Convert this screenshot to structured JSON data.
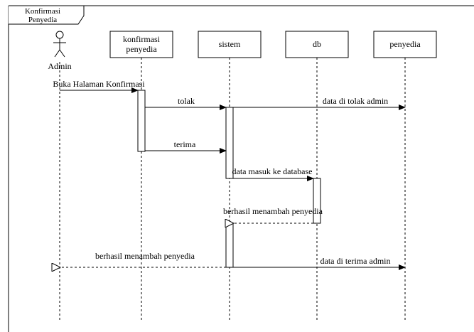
{
  "frame": {
    "title_line1": "Konfirmasi",
    "title_line2": "Penyedia"
  },
  "actor": {
    "label": "Admin"
  },
  "lifelines": [
    {
      "id": "konfirmasi",
      "line1": "konfirmasi",
      "line2": "penyedia"
    },
    {
      "id": "sistem",
      "line1": "sistem",
      "line2": ""
    },
    {
      "id": "db",
      "line1": "db",
      "line2": ""
    },
    {
      "id": "penyedia",
      "line1": "penyedia",
      "line2": ""
    }
  ],
  "messages": [
    {
      "id": "buka",
      "label": "Buka Halaman Konfirmasi",
      "kind": "sync"
    },
    {
      "id": "tolak",
      "label": "tolak",
      "kind": "sync"
    },
    {
      "id": "ditolak",
      "label": "data di tolak admin",
      "kind": "sync"
    },
    {
      "id": "terima",
      "label": "terima",
      "kind": "sync"
    },
    {
      "id": "masuk",
      "label": "data masuk ke database",
      "kind": "sync"
    },
    {
      "id": "berhasil-db",
      "label": "berhasil menambah penyedia",
      "kind": "return"
    },
    {
      "id": "berhasil-admin",
      "label": "berhasil menambah penyedia",
      "kind": "return"
    },
    {
      "id": "diterima",
      "label": "data di terima admin",
      "kind": "sync"
    }
  ]
}
